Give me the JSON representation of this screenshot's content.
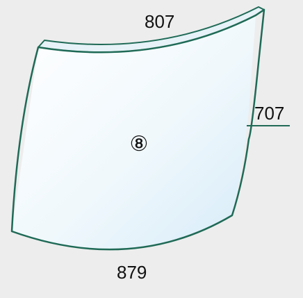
{
  "diagram": {
    "part_number": "⑧",
    "dimensions": {
      "top": "807",
      "right": "707",
      "bottom": "879"
    }
  },
  "colors": {
    "outline": "#1f6a56",
    "glass_light": "#ffffff",
    "glass_tint": "#d6ebf8",
    "edge_face": "#e6f2f7",
    "background": "#ededed"
  }
}
